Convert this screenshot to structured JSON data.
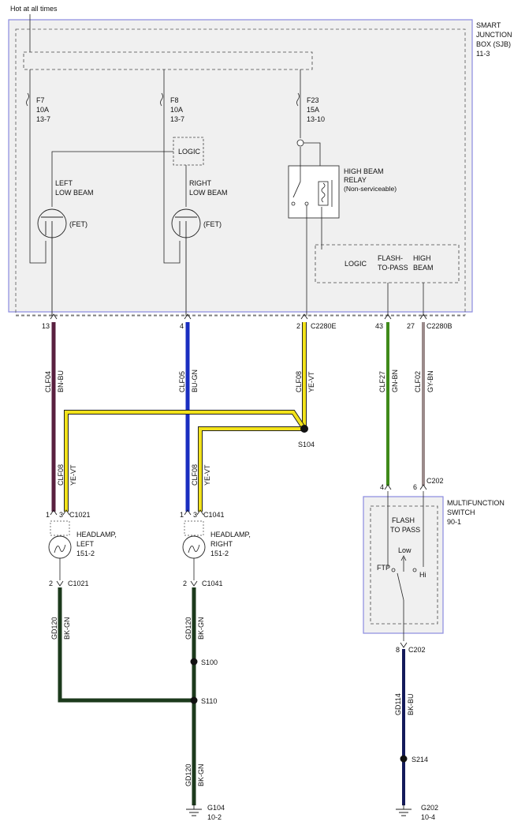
{
  "header": {
    "hot_label": "Hot at all times"
  },
  "sjb": {
    "title": [
      "SMART",
      "JUNCTION",
      "BOX (SJB)",
      "11-3"
    ]
  },
  "fuses": [
    {
      "name": "F7",
      "rating": "10A",
      "ref": "13-7"
    },
    {
      "name": "F8",
      "rating": "10A",
      "ref": "13-7"
    },
    {
      "name": "F23",
      "rating": "15A",
      "ref": "13-10"
    }
  ],
  "logic_label": "LOGIC",
  "left_low_beam": [
    "LEFT",
    "LOW BEAM"
  ],
  "right_low_beam": [
    "RIGHT",
    "LOW BEAM"
  ],
  "fet_label": "(FET)",
  "relay": [
    "HIGH BEAM",
    "RELAY",
    "(Non-serviceable)"
  ],
  "logic_box": {
    "logic": "LOGIC",
    "flash": [
      "FLASH-",
      "TO-PASS"
    ],
    "high": [
      "HIGH",
      "BEAM"
    ]
  },
  "pins": {
    "p13": "13",
    "p4": "4",
    "p2": "2",
    "c2280e": "C2280E",
    "p43": "43",
    "p27": "27",
    "c2280b": "C2280B",
    "p1a": "1",
    "p3a": "3",
    "c1021": "C1021",
    "p1b": "1",
    "p3b": "3",
    "c1041": "C1041",
    "p2a": "2",
    "c1021b": "C1021",
    "p2b": "2",
    "c1041b": "C1041",
    "p4m": "4",
    "p6m": "6",
    "c202": "C202",
    "p8": "8",
    "c202b": "C202"
  },
  "circuits": [
    {
      "id": "CLF04",
      "color": "BN-BU"
    },
    {
      "id": "CLF05",
      "color": "BU-GN"
    },
    {
      "id": "CLF08",
      "color": "YE-VT"
    },
    {
      "id": "CLF27",
      "color": "GN-BN"
    },
    {
      "id": "CLF02",
      "color": "GY-BN"
    },
    {
      "id": "CLF08",
      "color": "YE-VT"
    },
    {
      "id": "CLF08",
      "color": "YE-VT"
    },
    {
      "id": "GD120",
      "color": "BK-GN"
    },
    {
      "id": "GD120",
      "color": "BK-GN"
    },
    {
      "id": "GD120",
      "color": "BK-GN"
    },
    {
      "id": "GD114",
      "color": "BK-BU"
    }
  ],
  "splices": {
    "s104": "S104",
    "s100": "S100",
    "s110": "S110",
    "s214": "S214"
  },
  "headlamp_left": [
    "HEADLAMP,",
    "LEFT",
    "151-2"
  ],
  "headlamp_right": [
    "HEADLAMP,",
    "RIGHT",
    "151-2"
  ],
  "mfs": {
    "title": [
      "MULTIFUNCTION",
      "SWITCH",
      "90-1"
    ],
    "flash": [
      "FLASH",
      "TO PASS"
    ],
    "low": "Low",
    "ftp": "FTP",
    "hi": "Hi"
  },
  "grounds": {
    "g104": [
      "G104",
      "10-2"
    ],
    "g202": [
      "G202",
      "10-4"
    ]
  },
  "wire_colors": {
    "bn_bu": "#5a2040",
    "bu_gn": "#1a2ec0",
    "ye_vt": "#f2e21a",
    "gn_bn": "#3f8a1a",
    "gy_bn": "#9a8a8a",
    "bk_gn": "#1c3a1c",
    "bk_bu": "#141a5a",
    "sjb_border": "#8a8ae0",
    "sjb_fill": "#f0f0f0"
  }
}
